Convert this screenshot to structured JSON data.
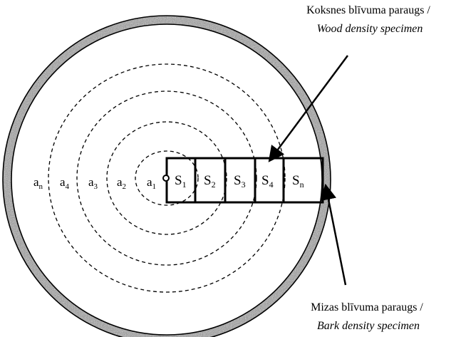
{
  "annotations": {
    "wood_label_line1": "Koksnes blīvuma paraugs /",
    "wood_label_line2": "Wood density specimen",
    "bark_label_line1": "Mizas blīvuma paraugs /",
    "bark_label_line2": "Bark density specimen"
  },
  "rings": [
    {
      "base": "a",
      "sub": "n"
    },
    {
      "base": "a",
      "sub": "4"
    },
    {
      "base": "a",
      "sub": "3"
    },
    {
      "base": "a",
      "sub": "2"
    },
    {
      "base": "a",
      "sub": "1"
    }
  ],
  "specimens": [
    {
      "base": "S",
      "sub": "1"
    },
    {
      "base": "S",
      "sub": "2"
    },
    {
      "base": "S",
      "sub": "3"
    },
    {
      "base": "S",
      "sub": "4"
    },
    {
      "base": "S",
      "sub": "n"
    }
  ],
  "colors": {
    "bark": "#8f8f8f",
    "line": "#000000"
  }
}
